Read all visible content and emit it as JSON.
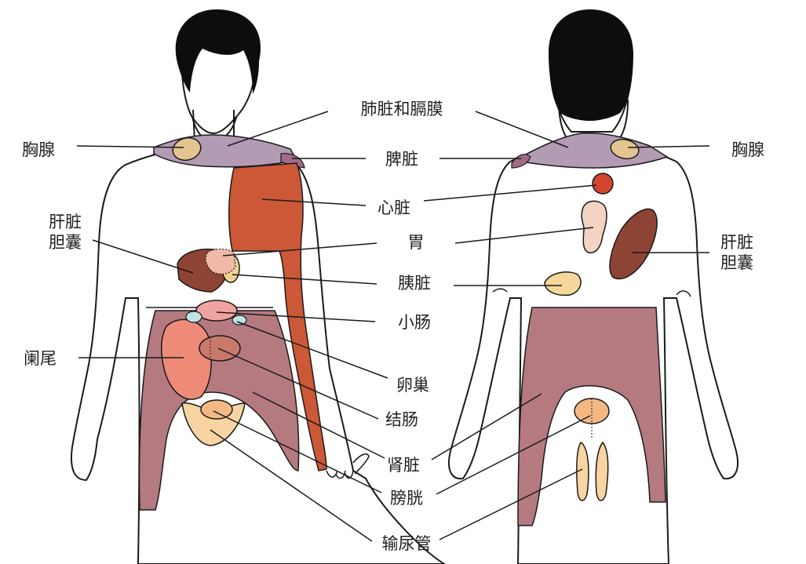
{
  "colors": {
    "skin": "#ffffff",
    "outline": "#1a1a1a",
    "hair": "#0d0d0d",
    "lung_diaphragm": "#b49bb4",
    "thymus": "#e3c58f",
    "spleen": "#a16a86",
    "heart": "#cc5838",
    "heart_back": "#d2452f",
    "liver": "#8e4434",
    "gallbladder": "#f0d292",
    "stomach": "#f0b9a8",
    "stomach_back": "#f3d3c1",
    "pancreas": "#f6d79b",
    "small_intestine": "#f0a4a0",
    "ovary": "#bfe3e3",
    "colon": "#c8796b",
    "kidney": "#b57a80",
    "appendix": "#ee8a78",
    "bladder": "#f4b882",
    "ureter": "#f7d4a2",
    "leader_line": "#1a1a1a"
  },
  "labels": {
    "lung_diaphragm": "肺脏和膈膜",
    "thymus_left": "胸腺",
    "thymus_right": "胸腺",
    "spleen": "脾脏",
    "heart": "心脏",
    "liver_left_1": "肝脏",
    "liver_left_2": "胆囊",
    "liver_right_1": "肝脏",
    "liver_right_2": "胆囊",
    "stomach": "胃",
    "pancreas": "胰脏",
    "small_intestine": "小肠",
    "appendix": "阑尾",
    "ovary": "卵巢",
    "colon": "结肠",
    "kidney": "肾脏",
    "bladder": "膀胱",
    "ureter": "输尿管"
  }
}
